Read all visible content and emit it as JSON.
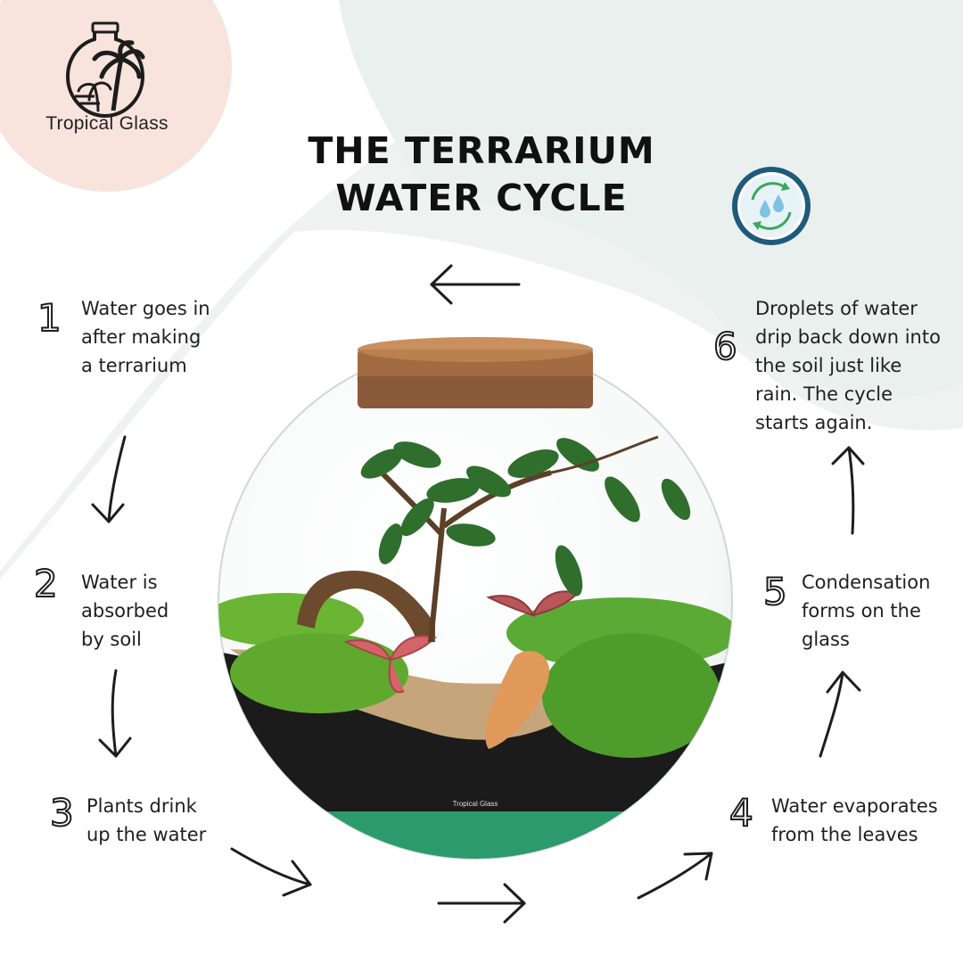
{
  "brand": {
    "name": "Tropical Glass"
  },
  "title": {
    "line1": "THE TERRARIUM",
    "line2": "WATER CYCLE"
  },
  "icons": {
    "logo": "tropical-glass-logo",
    "cycle": "water-cycle-icon"
  },
  "colors": {
    "blush": "#f8e3dd",
    "mint": "#eef3f1",
    "ring": "#1f5a7a",
    "recycle": "#3aa859",
    "drop": "#7ec3e4"
  },
  "steps": [
    {
      "num": "1",
      "text_lines": [
        "Water goes in",
        "after making",
        "a terrarium"
      ]
    },
    {
      "num": "2",
      "text_lines": [
        "Water is",
        "absorbed",
        "by soil"
      ]
    },
    {
      "num": "3",
      "text_lines": [
        "Plants drink",
        "up the water"
      ]
    },
    {
      "num": "4",
      "text_lines": [
        "Water evaporates",
        "from the leaves"
      ]
    },
    {
      "num": "5",
      "text_lines": [
        "Condensation",
        "forms on the",
        "glass"
      ]
    },
    {
      "num": "6",
      "text_lines": [
        "Droplets of water",
        "drip back down into",
        "the soil just like",
        "rain. The cycle",
        "starts again."
      ]
    }
  ],
  "jar_watermark": "Tropical Glass"
}
